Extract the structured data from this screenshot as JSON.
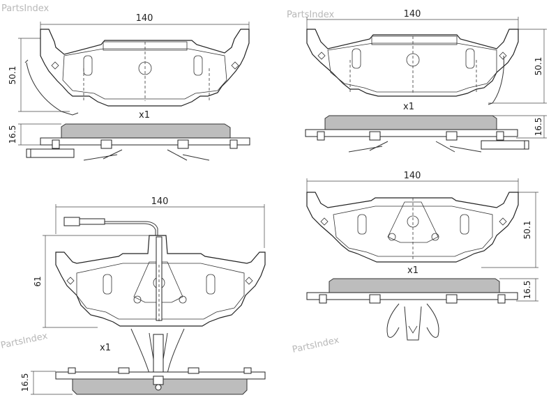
{
  "watermark": "PartsIndex",
  "variants": [
    {
      "width_label": "140",
      "height_label": "50.1",
      "thickness_label": "16.5",
      "quantity_label": "x1"
    },
    {
      "width_label": "140",
      "height_label": "50.1",
      "thickness_label": "16.5",
      "quantity_label": "x1"
    },
    {
      "width_label": "140",
      "height_label": "61",
      "thickness_label": "16.5",
      "quantity_label": "x1"
    },
    {
      "width_label": "140",
      "height_label": "50.1",
      "thickness_label": "16.5",
      "quantity_label": "x1"
    }
  ]
}
